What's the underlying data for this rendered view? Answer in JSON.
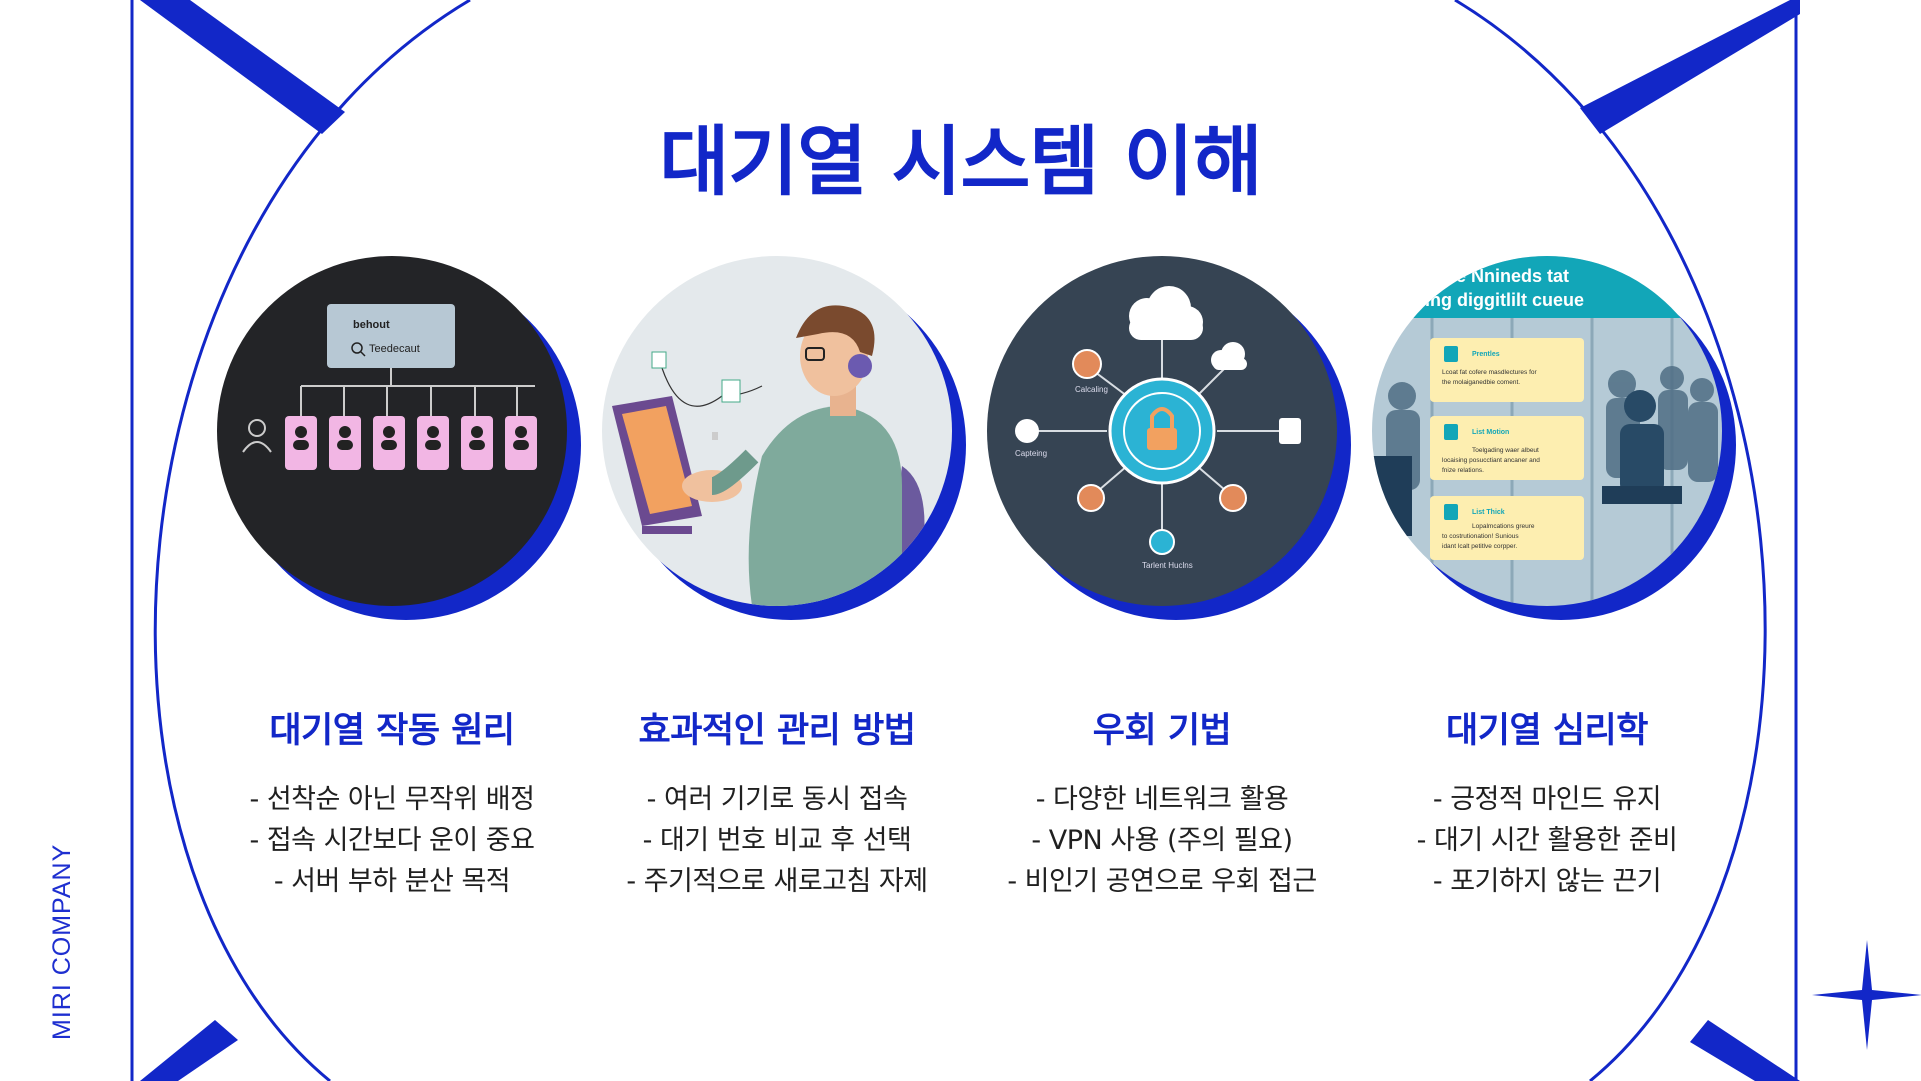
{
  "brand": "MIRI COMPANY",
  "title": "대기열 시스템 이해",
  "colors": {
    "accent": "#1227c8",
    "text": "#202020",
    "background": "#ffffff"
  },
  "cards": [
    {
      "heading": "대기열 작동 원리",
      "bullets": [
        "- 선착순 아닌 무작위 배정",
        "- 접속 시간보다 운이 중요",
        "- 서버 부하 분산 목적"
      ],
      "image": {
        "icon": "queue-tree-icon",
        "box_title": "behout",
        "box_search": "Teedecaut"
      }
    },
    {
      "heading": "효과적인 관리 방법",
      "bullets": [
        "- 여러 기기로 동시 접속",
        "- 대기 번호 비교 후 선택",
        "- 주기적으로 새로고침 자제"
      ],
      "image": {
        "icon": "person-with-tablet-icon"
      }
    },
    {
      "heading": "우회 기법",
      "bullets": [
        "- 다양한 네트워크 활용",
        "- VPN 사용 (주의 필요)",
        "- 비인기 공연으로 우회 접근"
      ],
      "image": {
        "icon": "network-lock-icon",
        "label_left_top": "Calcaling",
        "label_left": "Capteing",
        "label_bottom": "Tarlent Huclns"
      }
    },
    {
      "heading": "대기열 심리학",
      "bullets": [
        "- 긍정적 마인드 유지",
        "- 대기 시간 활용한 준비",
        "- 포기하지 않는 끈기"
      ],
      "image": {
        "icon": "waiting-crowd-icon",
        "banner_line1": "silisiwe Nnineds tat",
        "banner_line2": "att fing diggitlilt cueue",
        "notes": [
          {
            "title": "Prentles",
            "text1": "Lcoat fat cofere masdlectures for",
            "text2": "the molaiganedbie coment."
          },
          {
            "title": "List Motion",
            "text1": "Toelgading waer albeut",
            "text2": "locaising posucctiant ancaner and",
            "text3": "fnize relations."
          },
          {
            "title": "List Thick",
            "text1": "Lopalmcations greure",
            "text2": "to costrutionation! Sunious",
            "text3": "idant lcalt petitlve corpper."
          }
        ]
      }
    }
  ]
}
